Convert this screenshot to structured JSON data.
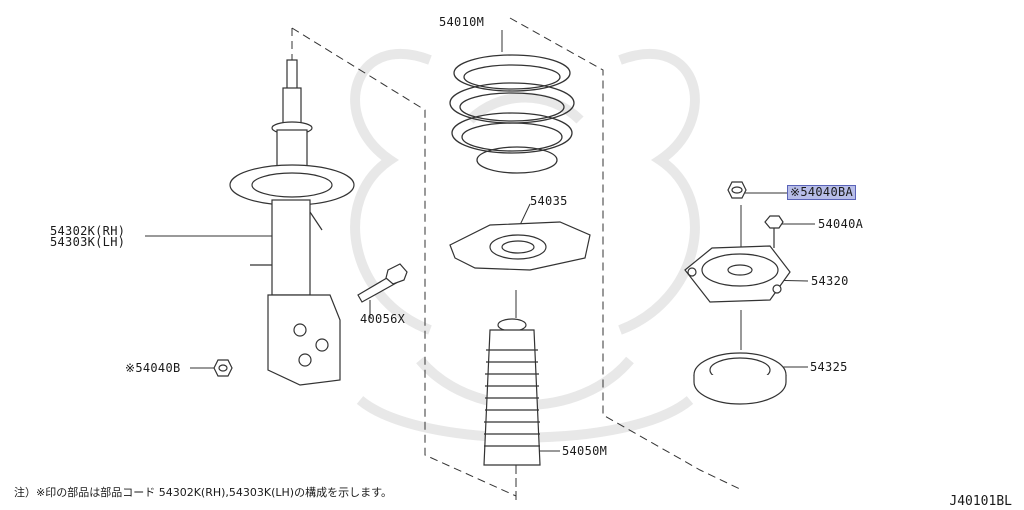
{
  "colors": {
    "line": "#333333",
    "watermark": "#e4e4e4",
    "highlight_fill": "#b7bde8",
    "highlight_border": "#5a63b8"
  },
  "labels": {
    "p54010M": "54010M",
    "p54035": "54035",
    "p54040BA": "※54040BA",
    "p54040A": "54040A",
    "p54320": "54320",
    "p54325": "54325",
    "p54050M": "54050M",
    "p40056X": "40056X",
    "p54040B": "※54040B",
    "p54302K": "54302K(RH)",
    "p54303K": "54303K(LH)"
  },
  "footnote": "注）※印の部品は部品コード 54302K(RH),54303K(LH)の構成を示します。",
  "diagram_code": "J40101BL"
}
